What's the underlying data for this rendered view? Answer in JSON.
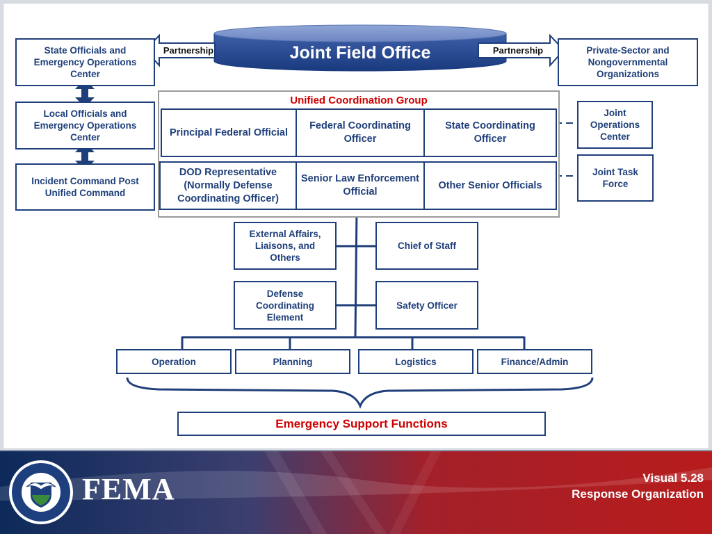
{
  "jfo": {
    "title": "Joint Field Office",
    "partnership_left": "Partnership",
    "partnership_right": "Partnership"
  },
  "left_boxes": [
    "State Officials and Emergency Operations Center",
    "Local Officials and Emergency Operations Center",
    "Incident Command Post Unified Command"
  ],
  "right_boxes": {
    "private": "Private-Sector and Nongovernmental Organizations",
    "joc": "Joint Operations Center",
    "jtf": "Joint Task Force"
  },
  "ucg": {
    "title": "Unified Coordination Group",
    "row1": [
      "Principal Federal Official",
      "Federal Coordinating Officer",
      "State Coordinating Officer"
    ],
    "row2": [
      "DOD Representative (Normally Defense Coordinating Officer)",
      "Senior Law Enforcement Official",
      "Other Senior Officials"
    ]
  },
  "staff": {
    "external": "External Affairs, Liaisons, and Others",
    "chief": "Chief of Staff",
    "dce": "Defense Coordinating Element",
    "safety": "Safety Officer"
  },
  "sections": [
    "Operation",
    "Planning",
    "Logistics",
    "Finance/Admin"
  ],
  "esf": "Emergency Support Functions",
  "footer": {
    "logo": "FEMA",
    "visual": "Visual 5.28",
    "subtitle": "Response Organization"
  },
  "colors": {
    "navy": "#1f3f7a",
    "red": "#cc0000",
    "banner_red": "#b0171f",
    "banner_blue": "#0d2a5a"
  }
}
